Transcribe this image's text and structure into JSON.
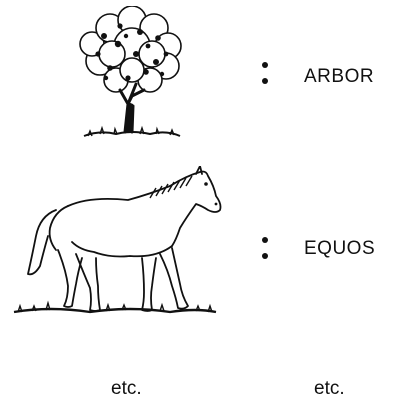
{
  "rows": [
    {
      "picture": "tree-illustration",
      "word": "ARBOR"
    },
    {
      "picture": "horse-illustration",
      "word": "EQUOS"
    }
  ],
  "continuation": {
    "left": "etc.",
    "right": "etc."
  }
}
